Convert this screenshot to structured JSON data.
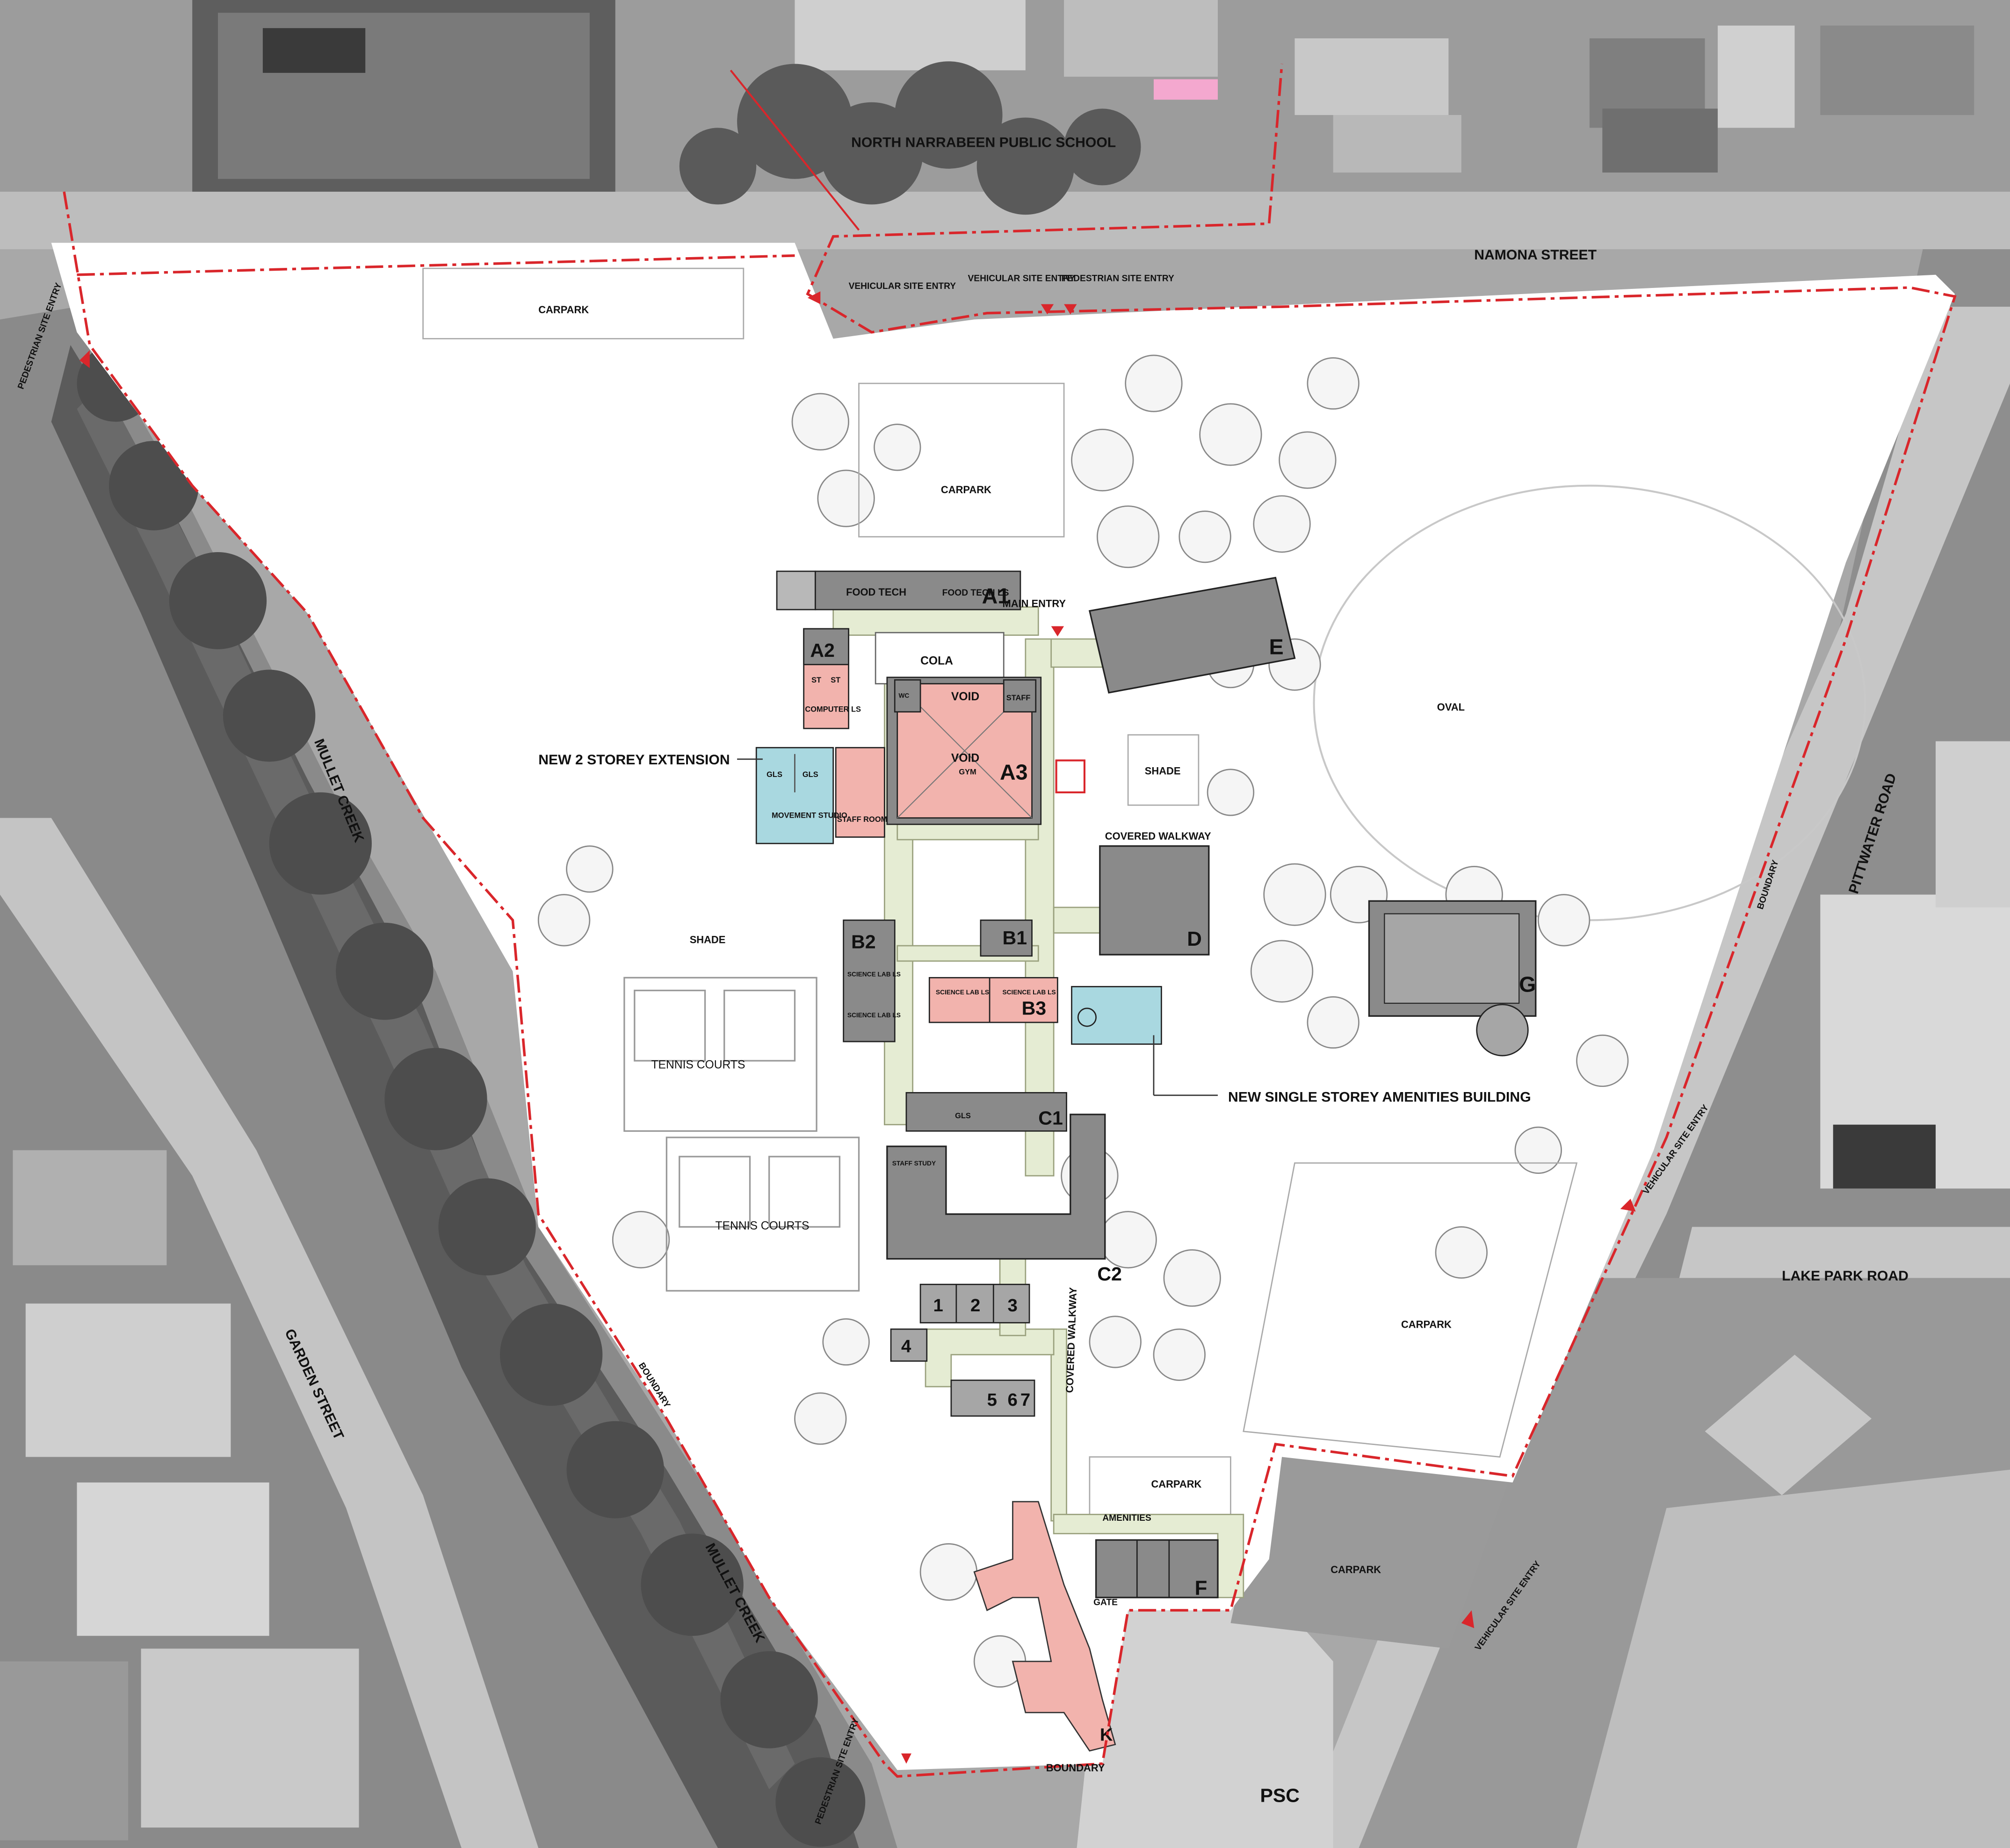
{
  "colors": {
    "boundary": "#d9262b",
    "existing_building": "#8a8a8a",
    "new_refurb": "#f2b3ad",
    "new_extension": "#a9d8e0",
    "walkway": "#e5ecd3",
    "aerial_dark": "#4a4a4a",
    "aerial_mid": "#9a9a9a",
    "site": "#ffffff"
  },
  "labels": {
    "school": "NORTH NARRABEEN PUBLIC SCHOOL",
    "namona": "NAMONA STREET",
    "pittwater": "PITTWATER ROAD",
    "lake_park": "LAKE PARK ROAD",
    "garden": "GARDEN STREET",
    "mullet_1": "MULLET CREEK",
    "mullet_2": "MULLET CREEK",
    "carpark_nw": "CARPARK",
    "carpark_n": "CARPARK",
    "carpark_e": "CARPARK",
    "carpark_s": "CARPARK",
    "carpark_se": "CARPARK",
    "vehicular_entry_1": "VEHICULAR SITE ENTRY",
    "vehicular_entry_2": "VEHICULAR SITE ENTRY",
    "pedestrian_entry_n": "PEDESTRIAN SITE ENTRY",
    "pedestrian_entry_w": "PEDESTRIAN SITE ENTRY",
    "pedestrian_entry_s": "PEDESTRIAN SITE ENTRY",
    "vehicular_entry_e": "VEHICULAR SITE ENTRY",
    "vehicular_entry_se": "VEHICULAR SITE ENTRY",
    "main_entry": "MAIN ENTRY",
    "cola": "COLA",
    "oval": "OVAL",
    "shade_1": "SHADE",
    "shade_2": "SHADE",
    "new_extension": "NEW 2 STOREY EXTENSION",
    "covered_walkway_1": "COVERED WALKWAY",
    "covered_walkway_2": "COVERED WALKWAY",
    "new_amenities": "NEW SINGLE STOREY AMENITIES BUILDING",
    "tennis_1": "TENNIS COURTS",
    "tennis_2": "TENNIS COURTS",
    "boundary_1": "BOUNDARY",
    "boundary_2": "BOUNDARY",
    "boundary_3": "BOUNDARY",
    "amenities": "AMENITIES",
    "gate": "GATE",
    "psc": "PSC",
    "void_1": "VOID",
    "void_2": "VOID",
    "gym": "GYM",
    "staff": "STAFF",
    "wc": "WC",
    "food_tech": "FOOD TECH",
    "food_tech_ls": "FOOD TECH LS",
    "computer_ls": "COMPUTER LS",
    "st_1": "ST",
    "st_2": "ST",
    "gls_a": "GLS",
    "gls_b": "GLS",
    "movement_studio": "MOVEMENT STUDIO",
    "staff_room": "STAFF ROOM",
    "science_lab_1": "SCIENCE LAB LS",
    "science_lab_2": "SCIENCE LAB LS",
    "science_lab_3": "SCIENCE LAB LS",
    "science_lab_4": "SCIENCE LAB LS",
    "staff_study": "STAFF STUDY",
    "gls": "GLS"
  },
  "buildings": {
    "A1": "A1",
    "A2": "A2",
    "A3": "A3",
    "B1": "B1",
    "B2": "B2",
    "B3": "B3",
    "C1": "C1",
    "C2": "C2",
    "D": "D",
    "E": "E",
    "F": "F",
    "G": "G",
    "K": "K",
    "n1": "1",
    "n2": "2",
    "n3": "3",
    "n4": "4",
    "n5": "5",
    "n6": "6",
    "n7": "7"
  }
}
